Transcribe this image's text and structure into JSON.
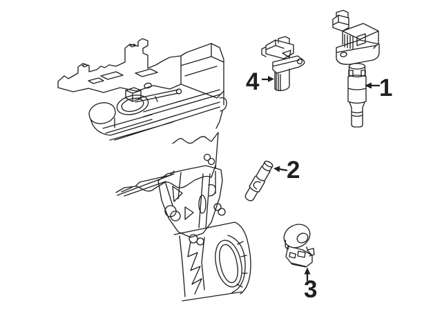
{
  "diagram": {
    "background_color": "#ffffff",
    "line_color": "#231f20",
    "parts": [
      {
        "callout": "1",
        "name": "ignition-coil"
      },
      {
        "callout": "2",
        "name": "spark-plug"
      },
      {
        "callout": "3",
        "name": "knock-sensor"
      },
      {
        "callout": "4",
        "name": "camshaft-position-sensor"
      }
    ]
  }
}
